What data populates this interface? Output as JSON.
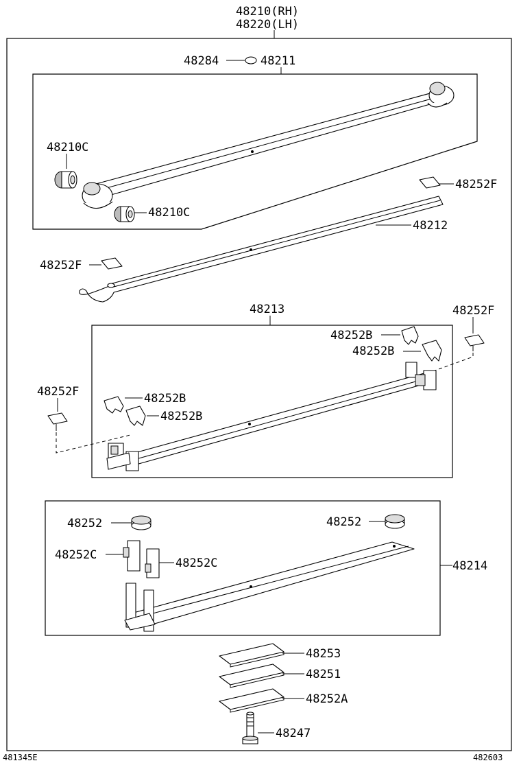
{
  "labels": {
    "assembly_rh": "48210(RH)",
    "assembly_lh": "48220(LH)",
    "p48284": "48284",
    "p48211": "48211",
    "p48210c_top": "48210C",
    "p48210c_bottom": "48210C",
    "p48252f_1": "48252F",
    "p48212": "48212",
    "p48252f_2": "48252F",
    "p48213": "48213",
    "p48252f_3": "48252F",
    "p48252b_1": "48252B",
    "p48252b_2": "48252B",
    "p48252f_4": "48252F",
    "p48252b_3": "48252B",
    "p48252b_4": "48252B",
    "p48252_left": "48252",
    "p48252_right": "48252",
    "p48252c_left": "48252C",
    "p48252c_right": "48252C",
    "p48214": "48214",
    "p48253": "48253",
    "p48251": "48251",
    "p48252a": "48252A",
    "p48247": "48247"
  },
  "footer": {
    "left_code": "481345E",
    "right_code": "482603"
  }
}
